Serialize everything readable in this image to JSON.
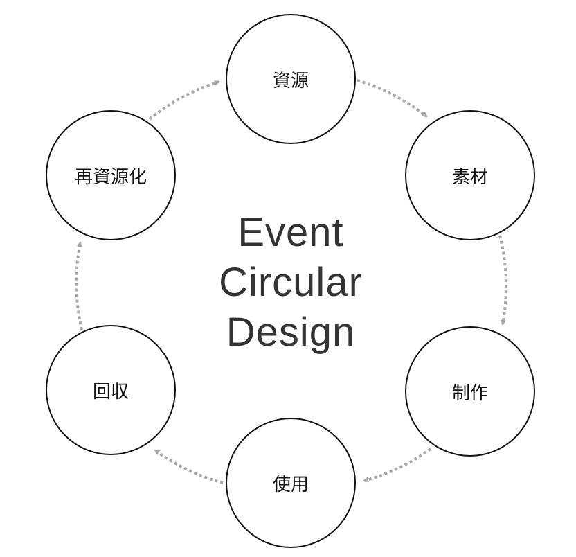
{
  "title": {
    "line1": "Event",
    "line2": "Circular",
    "line3": "Design"
  },
  "nodes": [
    "資源",
    "素材",
    "制作",
    "使用",
    "回収",
    "再資源化"
  ],
  "colors": {
    "arrow": "#a6a6a6",
    "circle": "#111111",
    "text": "#333333"
  }
}
